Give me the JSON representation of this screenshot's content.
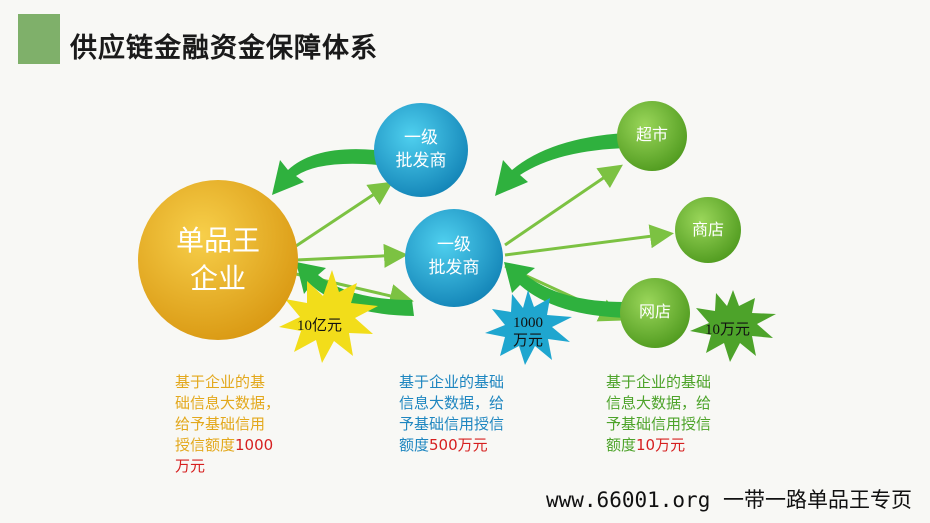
{
  "title": "供应链金融资金保障体系",
  "nodes": {
    "core": {
      "line1": "单品王",
      "line2": "企业",
      "color": "#e3a81c"
    },
    "wholesaler_top": {
      "line1": "一级",
      "line2": "批发商",
      "color": "#1fa6cf"
    },
    "wholesaler_mid": {
      "line1": "一级",
      "line2": "批发商",
      "color": "#1fa6cf"
    },
    "supermarket": {
      "label": "超市",
      "color": "#6ab52a"
    },
    "store": {
      "label": "商店",
      "color": "#6ab52a"
    },
    "online_store": {
      "label": "网店",
      "color": "#6ab52a"
    }
  },
  "bursts": {
    "core_amount": {
      "label": "10亿元",
      "color": "#f2dd1a"
    },
    "wholesale_amount": {
      "line1": "1000",
      "line2": "万元",
      "color": "#1fa6cf"
    },
    "retail_amount": {
      "label": "10万元",
      "color": "#4da32a"
    }
  },
  "descriptions": {
    "core": {
      "lines": [
        "基于企业的基",
        "础信息大数据，",
        "给予基础信用",
        "授信额度"
      ],
      "amount_inline": "1000",
      "amount_tail": "万元",
      "color": "#e3a81c"
    },
    "wholesale": {
      "lines": [
        "基于企业的基础",
        "信息大数据，给",
        "予基础信用授信",
        "额度"
      ],
      "amount": "500万元",
      "color": "#1e86c0"
    },
    "retail": {
      "lines": [
        "基于企业的基础",
        "信息大数据，给",
        "予基础信用授信",
        "额度"
      ],
      "amount": "10万元",
      "color": "#4da32a"
    }
  },
  "colors": {
    "arrow_green": "#2fb13e",
    "thin_arrow": "#7cc242",
    "accent_bar": "#7fb06a"
  },
  "footer": "www.66001.org 一带一路单品王专页"
}
